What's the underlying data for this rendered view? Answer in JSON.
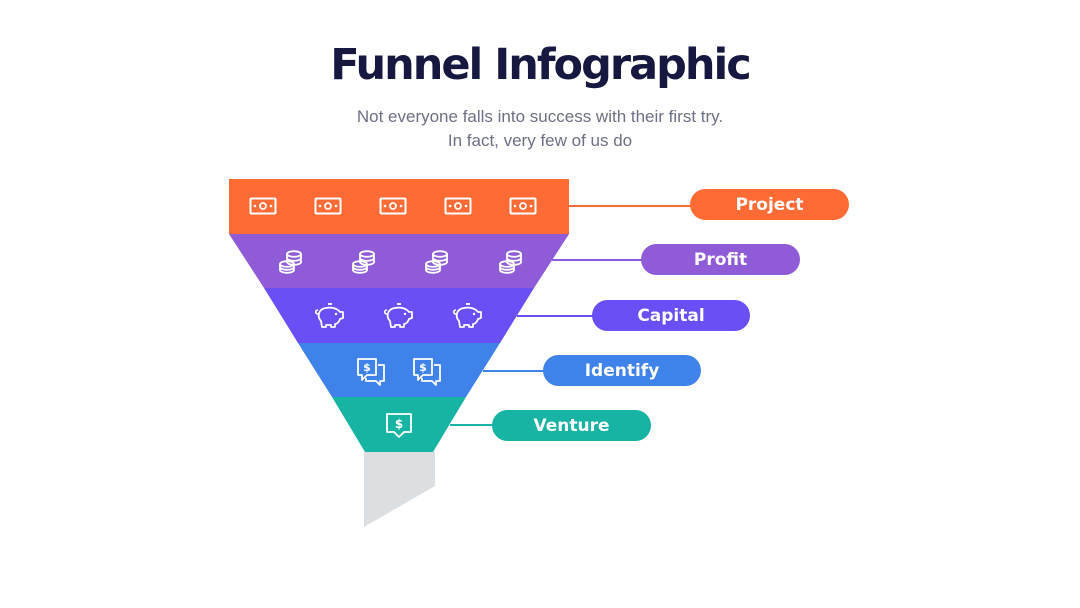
{
  "header": {
    "title": "Funnel Infographic",
    "subtitle_line1": "Not everyone falls into success with their first try.",
    "subtitle_line2": "In fact, very few of us do"
  },
  "funnel": {
    "stages": [
      {
        "label": "Project",
        "color": "#ff6b35",
        "icon": "banknote-icon",
        "icon_count": 5
      },
      {
        "label": "Profit",
        "color": "#8f5bd6",
        "icon": "coin-stack-icon",
        "icon_count": 4
      },
      {
        "label": "Capital",
        "color": "#6a4ff6",
        "icon": "piggy-bank-icon",
        "icon_count": 3
      },
      {
        "label": "Identify",
        "color": "#3f82ea",
        "icon": "dollar-chat-icon",
        "icon_count": 2
      },
      {
        "label": "Venture",
        "color": "#17b3a3",
        "icon": "dollar-speech-icon",
        "icon_count": 1
      }
    ],
    "spout_color": "#dcdfe2"
  }
}
